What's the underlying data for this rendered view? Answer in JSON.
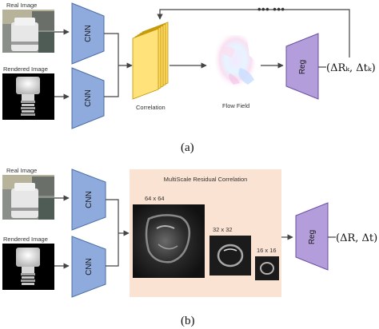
{
  "panel_a": {
    "real_image_label": "Real Image",
    "rendered_image_label": "Rendered Image",
    "encoder_top_label": "CNN",
    "encoder_bottom_label": "CNN",
    "correlation_label": "Correlation",
    "flow_field_label": "Flow Field",
    "reg_label": "Reg",
    "output_label": "(ΔRₖ, Δtₖ)",
    "iteration_dots": "•••  •••",
    "caption": "(a)"
  },
  "panel_b": {
    "real_image_label": "Real Image",
    "rendered_image_label": "Rendered Image",
    "encoder_top_label": "CNN",
    "encoder_bottom_label": "CNN",
    "multiscale_title": "MultiScale Residual Correlation",
    "scale_large_label": "64 x 64",
    "scale_medium_label": "32 x 32",
    "scale_small_label": "16 x 16",
    "reg_label": "Reg",
    "output_label": "(ΔR, Δt)",
    "caption": "(b)"
  },
  "colors": {
    "cnn_fill": "#8faadc",
    "cnn_stroke": "#4a6fa5",
    "reg_fill": "#b39ddb",
    "reg_stroke": "#6a4fa3",
    "correlation_fill": "#ffd966",
    "multiscale_panel_fill": "#fbe3d4",
    "arrow": "#444444"
  }
}
